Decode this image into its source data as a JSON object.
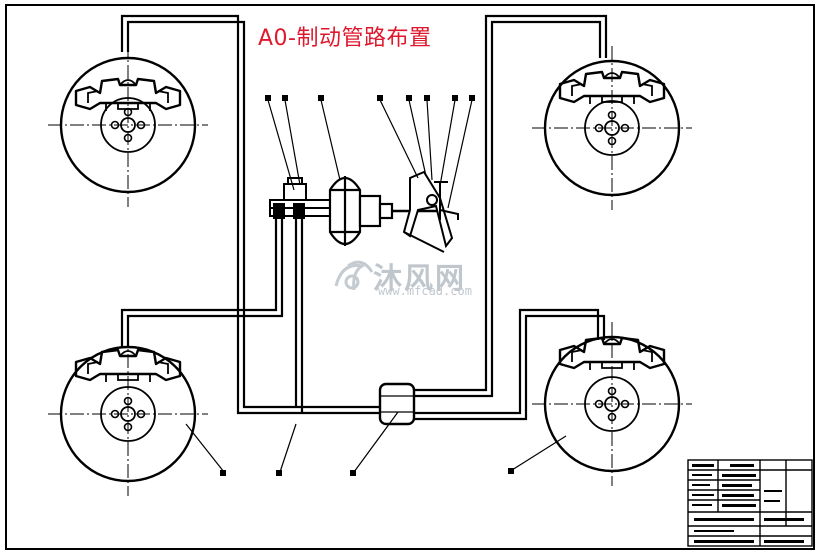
{
  "title": "A0-制动管路布置",
  "watermark": {
    "brand": "沐风网",
    "url": "www.mfcad.com"
  },
  "colors": {
    "title": "#e0182d",
    "lines": "#000000",
    "watermark": "#bfc6cc"
  },
  "components": {
    "wheels": [
      "front-left-disc-brake",
      "front-right-disc-brake",
      "rear-left-disc-brake",
      "rear-right-disc-brake"
    ],
    "center": [
      "master-cylinder",
      "vacuum-booster",
      "brake-pedal",
      "proportioning-valve"
    ]
  }
}
